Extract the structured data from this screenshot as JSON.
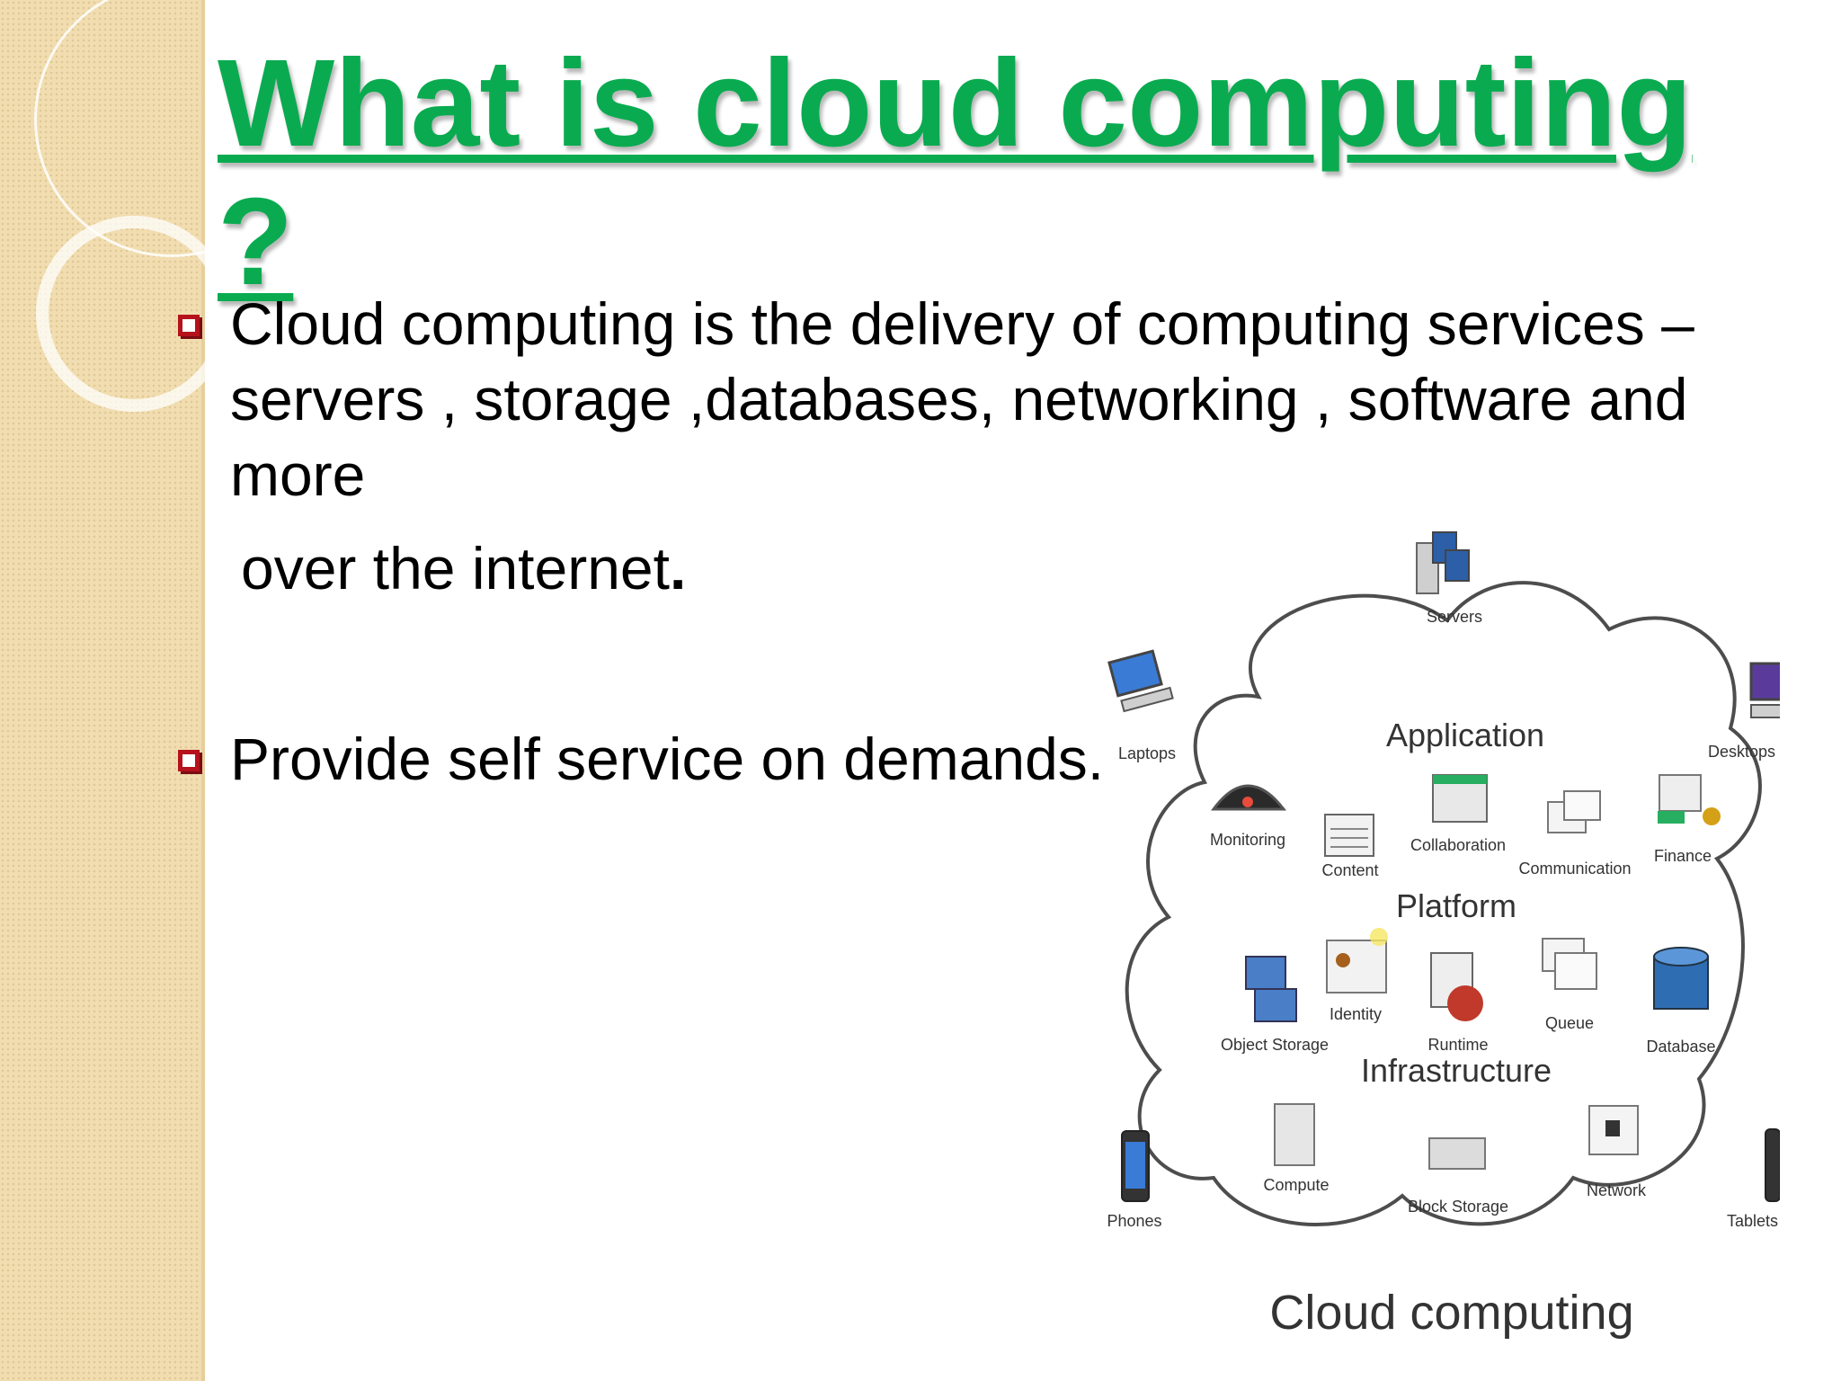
{
  "title": "What is cloud computing ?",
  "bullets": [
    {
      "text": " Cloud computing  is the delivery of  computing services –servers , storage ,databases, networking , software and more"
    },
    {
      "text": "Provide self service on demands."
    }
  ],
  "bullet1_continuation": "over the internet",
  "bullet1_period": ".",
  "diagram": {
    "caption": "Cloud computing",
    "sections": {
      "application": "Application",
      "platform": "Platform",
      "infrastructure": "Infrastructure"
    },
    "outside_devices": {
      "servers": "Servers",
      "laptops": "Laptops",
      "desktops": "Desktops",
      "phones": "Phones",
      "tablets": "Tablets"
    },
    "application_items": {
      "monitoring": "Monitoring",
      "content": "Content",
      "collaboration": "Collaboration",
      "communication": "Communication",
      "finance": "Finance"
    },
    "platform_items": {
      "object_storage": "Object Storage",
      "identity": "Identity",
      "runtime": "Runtime",
      "queue": "Queue",
      "database": "Database"
    },
    "infrastructure_items": {
      "compute": "Compute",
      "block_storage": "Block Storage",
      "network": "Network"
    }
  },
  "colors": {
    "title": "#0aab50",
    "bullet": "#b5121b",
    "sidebar": "#f1ddb0",
    "text": "#000000"
  }
}
